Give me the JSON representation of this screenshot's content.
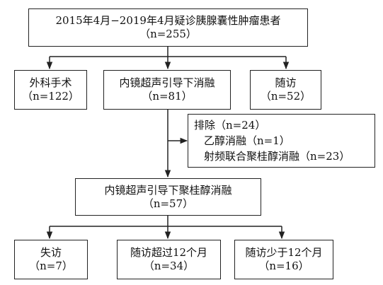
{
  "flowchart": {
    "top": {
      "title": "2015年4月−2019年4月疑诊胰腺囊性肿瘤患者",
      "count": "（n=255）"
    },
    "level2": [
      {
        "title": "外科手术",
        "count": "（n=122）"
      },
      {
        "title": "内镜超声引导下消融",
        "count": "（n=81）"
      },
      {
        "title": "随访",
        "count": "（n=52）"
      }
    ],
    "exclusion": {
      "title": "排除（n=24）",
      "items": [
        "乙醇消融（n=1）",
        "射频联合聚桂醇消融（n=23）"
      ]
    },
    "middle": {
      "title": "内镜超声引导下聚桂醇消融",
      "count": "（n=57）"
    },
    "level4": [
      {
        "title": "失访",
        "count": "（n=7）"
      },
      {
        "title": "随访超过12个月",
        "count": "（n=34）"
      },
      {
        "title": "随访少于12个月",
        "count": "（n=16）"
      }
    ]
  }
}
